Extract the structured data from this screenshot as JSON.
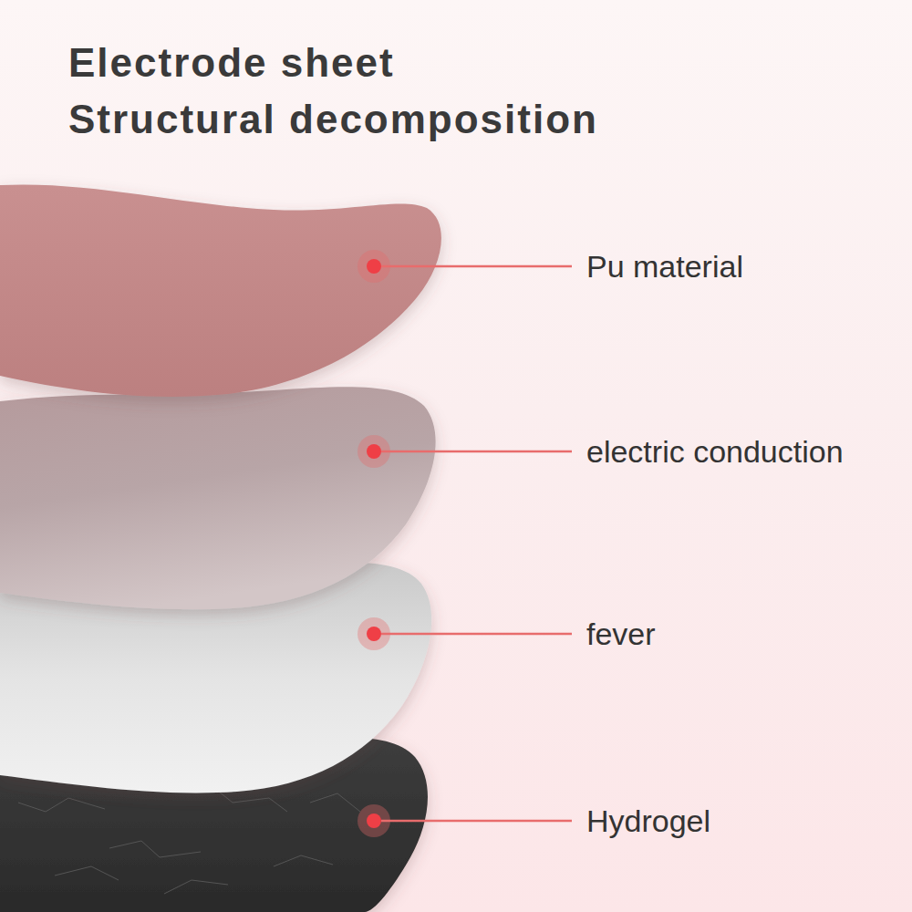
{
  "diagram": {
    "title": "Electrode sheet Structural decomposition",
    "labels": [
      "Pu material",
      "electric conduction",
      "fever",
      "Hydrogel"
    ]
  }
}
